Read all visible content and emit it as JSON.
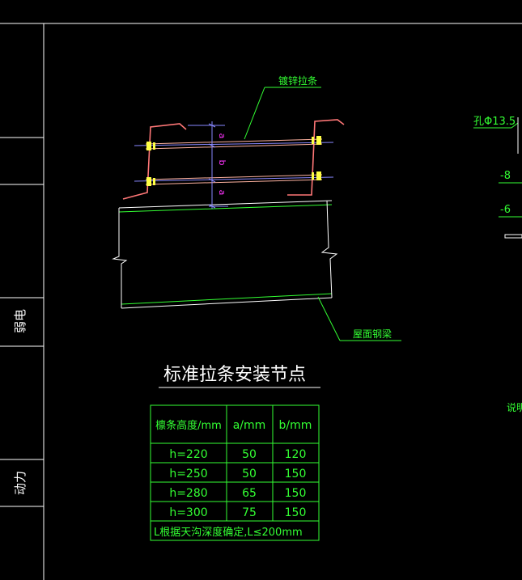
{
  "frame": {
    "side_labels": [
      "弱电",
      "动力"
    ]
  },
  "detail": {
    "rod_label": "镀锌拉条",
    "beam_label": "屋面钢梁",
    "dim_a_top": "a",
    "dim_b": "b",
    "dim_a_bottom": "a",
    "title": "标准拉条安装节点"
  },
  "right_notes": {
    "hole": "孔Φ13.5",
    "t8": "-8",
    "t6": "-6",
    "note": "说明"
  },
  "table": {
    "headers": [
      "檩条高度/mm",
      "a/mm",
      "b/mm"
    ],
    "rows": [
      [
        "h=220",
        "50",
        "120"
      ],
      [
        "h=250",
        "50",
        "150"
      ],
      [
        "h=280",
        "65",
        "150"
      ],
      [
        "h=300",
        "75",
        "150"
      ]
    ],
    "footnote": "L根据天沟深度确定,L≤200mm"
  },
  "colors": {
    "background": "#000000",
    "frame_line": "#ffffff",
    "green": "#33ff33",
    "purlin": "#ff7777",
    "rod": "#ffb3a0",
    "dim": "#8888ff",
    "dim_text": "#ff33ff",
    "bolt": "#ffff44"
  }
}
